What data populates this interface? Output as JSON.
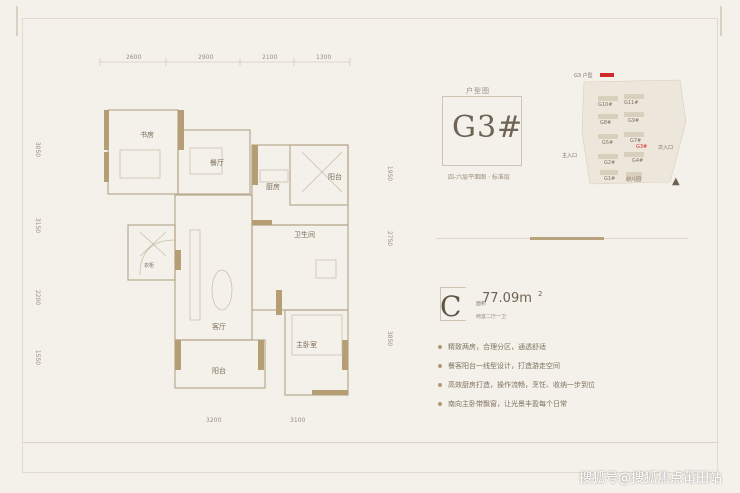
{
  "top_dimensions": [
    "2600",
    "2900",
    "2100",
    "1300"
  ],
  "bottom_dimensions": [
    "3200",
    "3100"
  ],
  "left_dimensions": [
    "3050",
    "3150",
    "2200",
    "1550"
  ],
  "right_dimensions": [
    "1950",
    "2750",
    "3850"
  ],
  "rooms": {
    "study": "书房",
    "dining": "餐厅",
    "kitchen": "厨房",
    "balcony_top": "阳台",
    "public_bath": "卫生间",
    "living": "客厅",
    "master": "主卧室",
    "balcony_bottom": "阳台",
    "closet": "衣柜"
  },
  "type_top_label": "户型图",
  "type_code": "G3#",
  "type_subtitle": "四-六层平面图 · 标准层",
  "map": {
    "title": "G3 户型",
    "labels": [
      "G10#",
      "G11#",
      "G8#",
      "G9#",
      "G5#",
      "G7#",
      "G3#",
      "G2#",
      "G4#",
      "G1#",
      "幼儿园",
      "主入口",
      "次入口"
    ]
  },
  "unit_letter": "C",
  "area_prefix": "面积",
  "area_value": "77.09m",
  "area_sup": "2",
  "layout_desc": "两室二厅一卫",
  "features": [
    "精致两房，合理分区，通透舒适",
    "餐客阳台一线型设计，打造游走空间",
    "高效厨房打造，操作流畅，烹饪、收纳一步到位",
    "南向主卧带飘窗，让光景丰盈每个日常"
  ],
  "watermark": "搜狐号@搜狐焦点莆田站",
  "colors": {
    "background": "#f4f1ea",
    "accent_gold": "#b8a37d",
    "marker_red": "#cf2b2b"
  }
}
